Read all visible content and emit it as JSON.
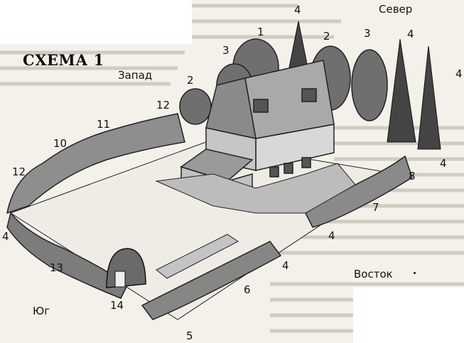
{
  "title": "СХЕМА 1",
  "directions": {
    "north": "Север",
    "west": "Запад",
    "east": "Восток",
    "south": "Юг"
  },
  "labels": [
    "1",
    "2",
    "3",
    "4",
    "5",
    "6",
    "7",
    "8",
    "10",
    "11",
    "12",
    "13",
    "14"
  ],
  "colors": {
    "ink": "#111111",
    "paper": "#f4f1ea",
    "roof": "#7a7a7a",
    "wall": "#d8d8d8",
    "paving": "#bdbdbd"
  }
}
